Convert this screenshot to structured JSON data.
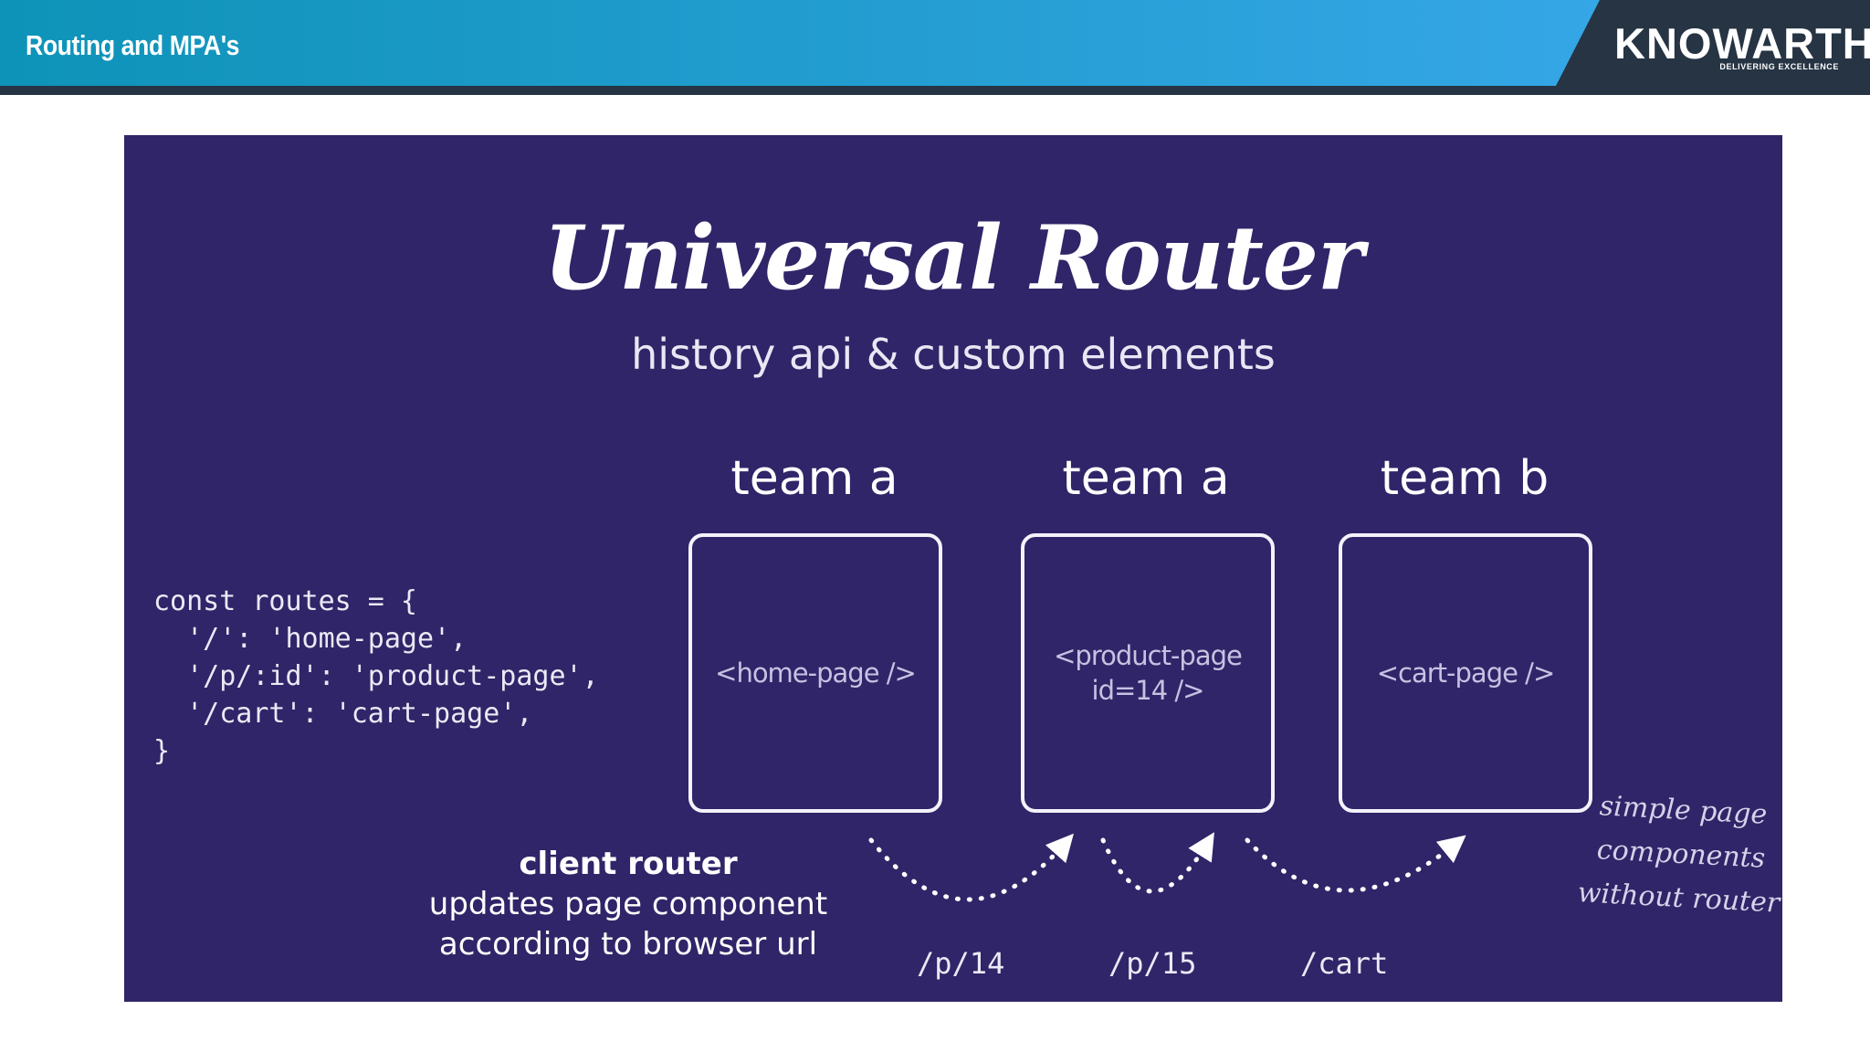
{
  "slide": {
    "title": "Routing and MPA's",
    "logo": {
      "name": "KNOWARTH",
      "tagline": "DELIVERING EXCELLENCE"
    }
  },
  "colors": {
    "header_gradient_start": "#0e93b8",
    "header_gradient_end": "#35a6e6",
    "header_dark": "#263443",
    "panel_background": "#2f2568",
    "foreground": "#ffffff"
  },
  "diagram": {
    "title": "Universal Router",
    "subtitle": "history api & custom elements",
    "code_lines": [
      "const routes = {",
      "  '/': 'home-page',",
      "  '/p/:id': 'product-page',",
      "  '/cart': 'cart-page',",
      "}"
    ],
    "pages": [
      {
        "team": "team a",
        "component": "<home-page />"
      },
      {
        "team": "team a",
        "component_lines": [
          "<product-page",
          "id=14 />"
        ]
      },
      {
        "team": "team b",
        "component": "<cart-page />"
      }
    ],
    "client_router": {
      "title": "client router",
      "description_lines": [
        "updates page component",
        "according to browser url"
      ]
    },
    "urls": [
      "/p/14",
      "/p/15",
      "/cart"
    ],
    "note_lines": [
      "simple page",
      "components",
      "without router"
    ]
  }
}
